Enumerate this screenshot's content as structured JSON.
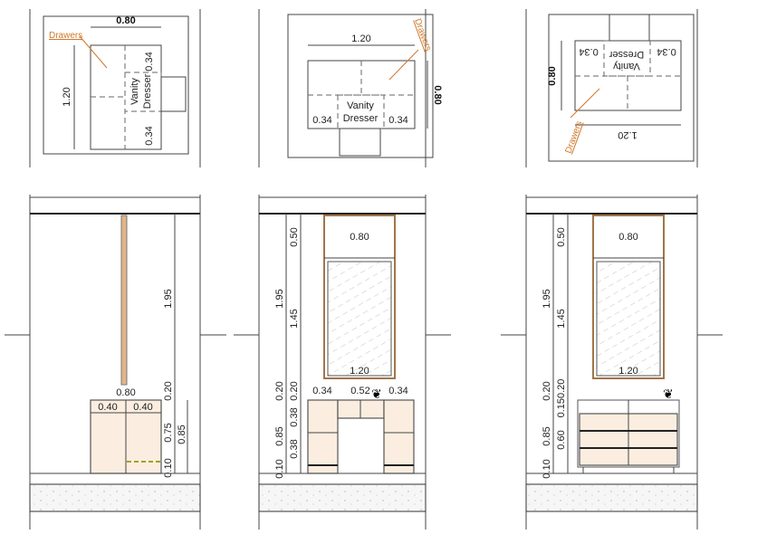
{
  "plans": [
    {
      "name": "Vanity",
      "name2": "Dresser",
      "leader": "Drawers",
      "width": "0.80",
      "depth": "1.20",
      "side1": "0.34",
      "side2": "0.34"
    },
    {
      "name": "Vanity",
      "name2": "Dresser",
      "leader": "Drawers",
      "width": "1.20",
      "depth": "0.80",
      "side1": "0.34",
      "side2": "0.34"
    },
    {
      "name": "Vanity",
      "name2": "Dresser",
      "leader": "Drawers",
      "width": "1.20",
      "depth": "0.80",
      "side1": "0.34",
      "side2": "0.34"
    }
  ],
  "elev1": {
    "total": "1.95",
    "top_width": "0.80",
    "door1": "0.40",
    "door2": "0.40",
    "gap": "0.20",
    "body": "0.75",
    "height": "0.85",
    "base": "0.10"
  },
  "elev2": {
    "total": "1.95",
    "panel": "0.50",
    "panel_width": "0.80",
    "mirror": "1.45",
    "mirror_width": "1.20",
    "gap_a": "0.20",
    "gap_b": "0.20",
    "height": "0.85",
    "drawer1": "0.38",
    "drawer2": "0.38",
    "base": "0.10",
    "w1": "0.34",
    "w2": "0.52",
    "w3": "0.34"
  },
  "elev3": {
    "total": "1.95",
    "panel": "0.50",
    "panel_width": "0.80",
    "mirror": "1.45",
    "mirror_width": "1.20",
    "gap": "0.20",
    "top": "0.150.20",
    "height": "0.85",
    "drawers": "0.60",
    "base": "0.10"
  }
}
